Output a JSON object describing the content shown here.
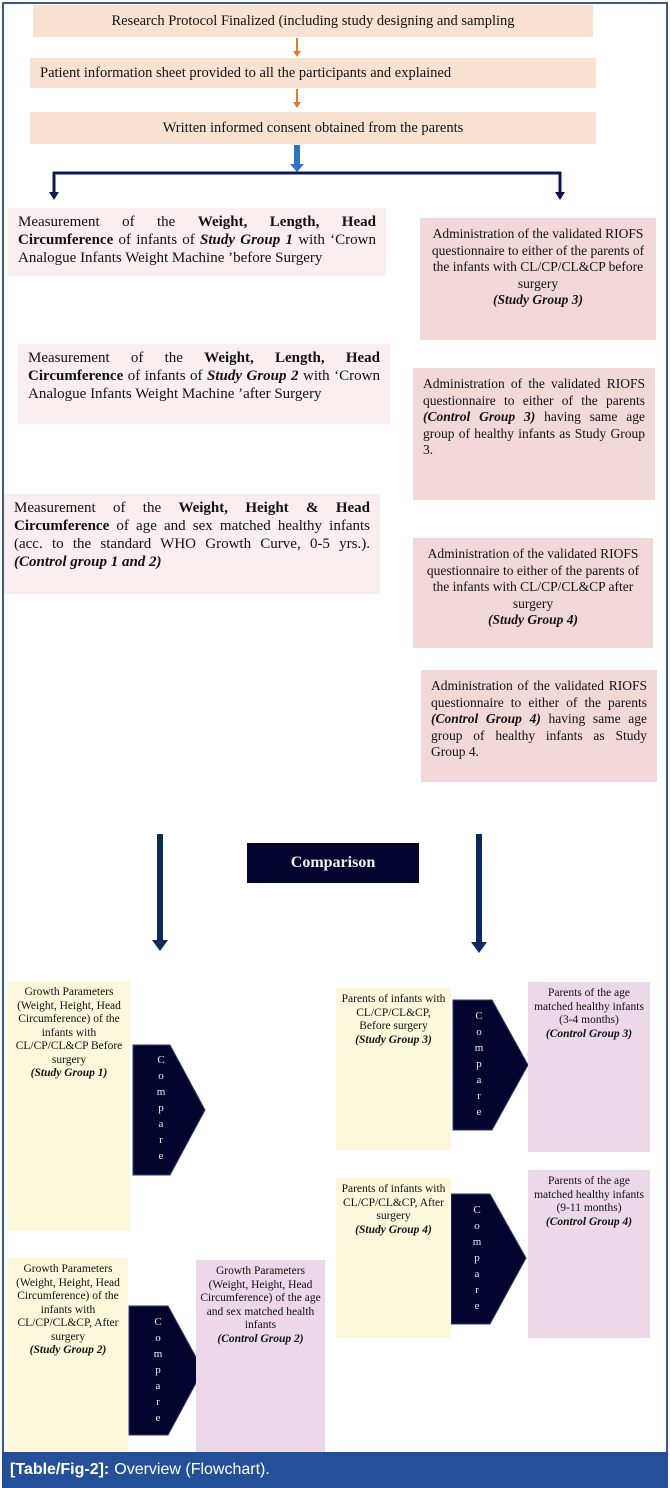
{
  "figure": {
    "caption_label": "[Table/Fig-2]:",
    "caption_text": "Overview (Flowchart)."
  },
  "steps": [
    "Research Protocol Finalized (including study designing and sampling",
    "Patient information sheet provided to all the participants and explained",
    "Written informed consent obtained from the parents"
  ],
  "left_column": [
    {
      "pre": "Measurement of the ",
      "bold": "Weight, Length, Head Circumference",
      "mid": " of infants of ",
      "group": "Study Group 1",
      "post": " with ‘Crown Analogue Infants Weight Machine ’before Surgery"
    },
    {
      "pre": "Measurement of the ",
      "bold": "Weight, Length, Head Circumference",
      "mid": " of infants of ",
      "group": "Study Group 2",
      "post": " with ‘Crown Analogue Infants Weight Machine ’after Surgery"
    },
    {
      "pre": "Measurement of the ",
      "bold": "Weight, Height & Head Circumference",
      "mid": " of age and sex matched healthy infants (acc. to the standard WHO Growth Curve, 0-5 yrs.). ",
      "group": "(Control group 1 and 2)",
      "post": ""
    }
  ],
  "right_column": [
    {
      "text": "Administration of the validated RIOFS questionnaire to either of the parents of the infants with CL/CP/CL&CP before surgery",
      "group": "(Study Group 3)",
      "post": ""
    },
    {
      "text": "Administration of the validated RIOFS questionnaire to either of the parents ",
      "group": "(Control Group 3)",
      "post": " having same age group of healthy infants as Study Group 3."
    },
    {
      "text": "Administration of the validated RIOFS questionnaire to either of the parents of the infants with CL/CP/CL&CP after surgery",
      "group": "(Study Group 4)",
      "post": ""
    },
    {
      "text": "Administration of the validated RIOFS questionnaire to either of the parents ",
      "group": "(Control Group 4)",
      "post": " having same age group of healthy infants as Study Group 4."
    }
  ],
  "comparison_label": "Comparison",
  "compare_label": "Compare",
  "compare_letters": "C\no\nm\np\na\nr\ne",
  "comparisons": {
    "sg1": {
      "text": "Growth Parameters (Weight, Height, Head Circumference) of the infants with CL/CP/CL&CP Before surgery",
      "group": "(Study Group 1)"
    },
    "sg2": {
      "text": "Growth Parameters (Weight, Height, Head Circumference) of the infants with CL/CP/CL&CP, After surgery",
      "group": "(Study Group 2)"
    },
    "cg2": {
      "text": "Growth Parameters (Weight, Height, Head Circumference) of the age and sex matched health infants",
      "group": "(Control Group 2)"
    },
    "sg3": {
      "text": "Parents of infants with CL/CP/CL&CP, Before surgery",
      "group": "(Study Group 3)"
    },
    "cg3": {
      "text": "Parents of the age matched healthy infants (3-4 months)",
      "group": "(Control Group 3)"
    },
    "sg4": {
      "text": "Parents of infants with CL/CP/CL&CP, After surgery",
      "group": "(Study Group 4)"
    },
    "cg4": {
      "text": "Parents of the age matched healthy infants (9-11 months)",
      "group": "(Control Group 4)"
    }
  },
  "colors": {
    "step_fill": "#f9e2d2",
    "arrow_orange": "#e07a3a",
    "arrow_blue": "#2f74c0",
    "connector_navy": "#0b1a4e",
    "compare_navy": "#04042e",
    "caption_bg": "#24509a"
  }
}
